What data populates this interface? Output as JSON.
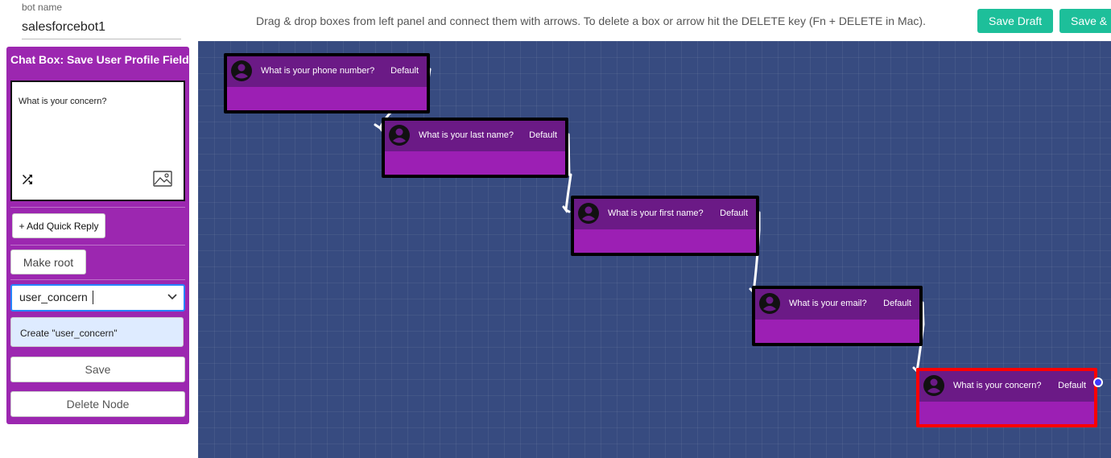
{
  "header": {
    "bot_name_label": "bot name",
    "bot_name_value": "salesforcebot1",
    "instructions": "Drag & drop boxes from left panel and connect them with arrows. To delete a box or arrow hit the DELETE key (Fn + DELETE in Mac).",
    "save_draft_label": "Save Draft",
    "save_deploy_label": "Save & D"
  },
  "panel": {
    "title": "Chat Box: Save User Profile Field",
    "message_text": "What is your concern?",
    "add_quick_reply_label": "+ Add Quick Reply",
    "make_root_label": "Make root",
    "field_select_value": "user_concern",
    "create_option_label": "Create \"user_concern\"",
    "save_label": "Save",
    "delete_node_label": "Delete Node"
  },
  "nodes": [
    {
      "title": "What is your phone number?",
      "tag": "Default",
      "selected": false
    },
    {
      "title": "What is your last name?",
      "tag": "Default",
      "selected": false
    },
    {
      "title": "What is your first name?",
      "tag": "Default",
      "selected": false
    },
    {
      "title": "What is your email?",
      "tag": "Default",
      "selected": false
    },
    {
      "title": "What is your concern?",
      "tag": "Default",
      "selected": true
    }
  ],
  "colors": {
    "accent": "#1dbf9a",
    "panel": "#9c27b0",
    "canvas": "#374b80",
    "node_header": "#6b1a86",
    "node_body": "#9c1fb4",
    "selected_border": "#ff0000"
  }
}
